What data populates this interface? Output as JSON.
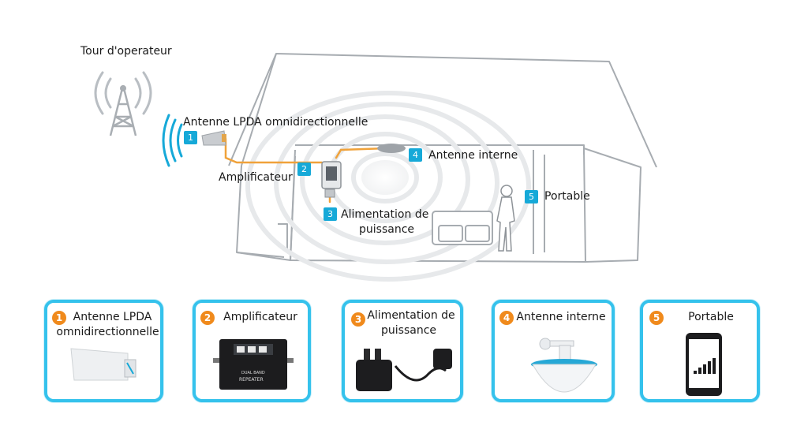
{
  "diagram": {
    "tower_label": "Tour d'operateur",
    "callouts": [
      {
        "num": "1",
        "label": "Antenne LPDA omnidirectionnelle"
      },
      {
        "num": "2",
        "label": "Amplificateur"
      },
      {
        "num": "3",
        "label_line1": "Alimentation de",
        "label_line2": "puissance"
      },
      {
        "num": "4",
        "label": "Antenne interne"
      },
      {
        "num": "5",
        "label": "Portable"
      }
    ]
  },
  "cards": [
    {
      "num": "1",
      "title_line1": "Antenne LPDA",
      "title_line2": "omnidirectionnelle"
    },
    {
      "num": "2",
      "title_line1": "Amplificateur",
      "device_text1": "DUAL BAND",
      "device_text2": "REPEATER"
    },
    {
      "num": "3",
      "title_line1": "Alimentation de",
      "title_line2": "puissance"
    },
    {
      "num": "4",
      "title_line1": "Antenne interne"
    },
    {
      "num": "5",
      "title_line1": "Portable"
    }
  ],
  "colors": {
    "accent_blue": "#16a9d8",
    "card_border": "#35c2ec",
    "badge_orange": "#f08a1c",
    "cable_orange": "#f0a23a",
    "house_line": "#9aa0a6"
  }
}
